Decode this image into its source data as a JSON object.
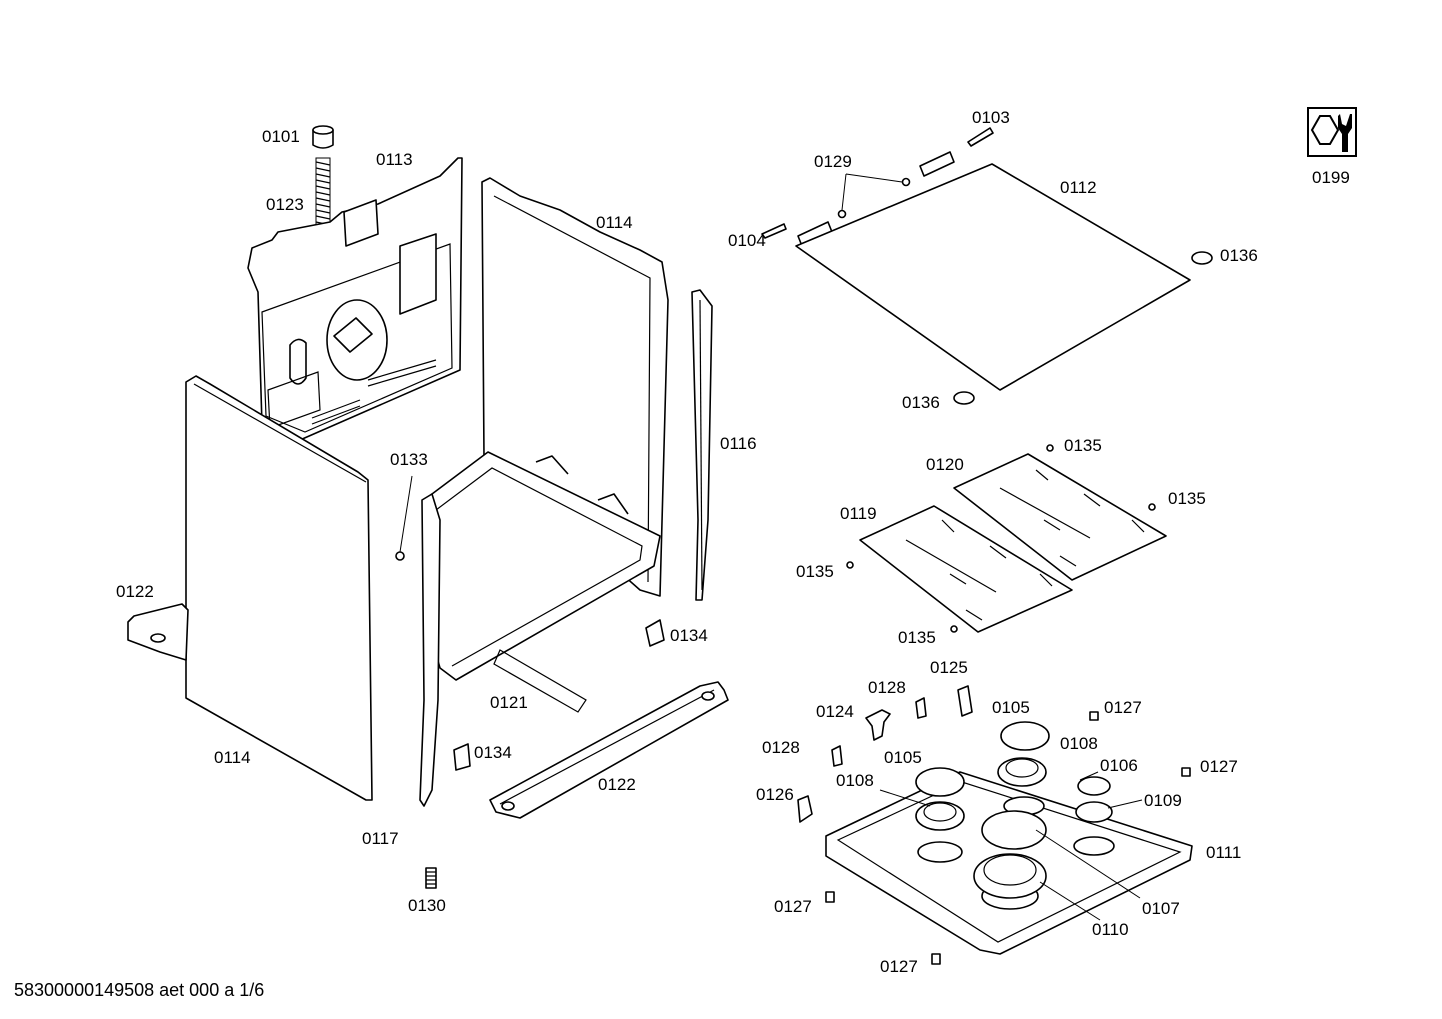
{
  "footer_text": "58300000149508 aet 000 a 1/6",
  "icon_label": "0199",
  "labels": {
    "p0101": "0101",
    "p0113": "0113",
    "p0123": "0123",
    "p0114a": "0114",
    "p0114b": "0114",
    "p0116": "0116",
    "p0133": "0133",
    "p0122a": "0122",
    "p0122b": "0122",
    "p0134a": "0134",
    "p0134b": "0134",
    "p0121": "0121",
    "p0117": "0117",
    "p0130": "0130",
    "p0103": "0103",
    "p0129": "0129",
    "p0104": "0104",
    "p0112": "0112",
    "p0136a": "0136",
    "p0136b": "0136",
    "p0135a": "0135",
    "p0135b": "0135",
    "p0135c": "0135",
    "p0135d": "0135",
    "p0120": "0120",
    "p0119": "0119",
    "p0125": "0125",
    "p0128a": "0128",
    "p0128b": "0128",
    "p0124": "0124",
    "p0105a": "0105",
    "p0105b": "0105",
    "p0127a": "0127",
    "p0127b": "0127",
    "p0127c": "0127",
    "p0127d": "0127",
    "p0108a": "0108",
    "p0108b": "0108",
    "p0106": "0106",
    "p0126": "0126",
    "p0109": "0109",
    "p0111": "0111",
    "p0107": "0107",
    "p0110": "0110"
  }
}
